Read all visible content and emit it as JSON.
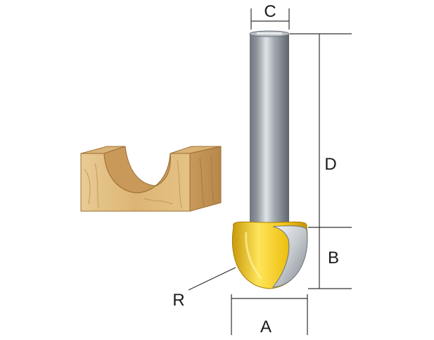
{
  "diagram": {
    "labels": {
      "shank_diameter": "C",
      "shank_length": "D",
      "cutting_height": "B",
      "cutting_diameter": "A",
      "radius": "R"
    },
    "colors": {
      "background": "#ffffff",
      "wood_light": "#e6c58c",
      "wood_mid": "#d4a865",
      "wood_dark": "#b9874a",
      "shank_steel": "#9aa1a8",
      "cutter_yellow": "#f2c81b",
      "carbide_silver": "#c9cdd2",
      "dimension_line": "#333333"
    },
    "icons": {
      "workpiece": "wood-block-with-round-groove",
      "tool": "core-box-router-bit"
    }
  }
}
